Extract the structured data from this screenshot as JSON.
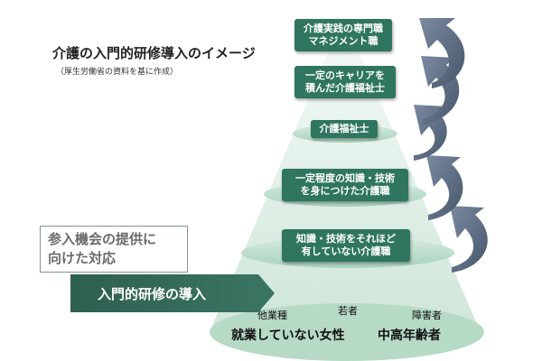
{
  "header": {
    "title": "介護の入門的研修導入のイメージ",
    "source_note": "（厚生労働省の資料を基に作成）"
  },
  "levels": [
    {
      "lines": [
        "介護実践の専門職",
        "マネジメント職"
      ]
    },
    {
      "lines": [
        "一定のキャリアを",
        "積んだ介護福祉士"
      ]
    },
    {
      "lines": [
        "介護福祉士"
      ]
    },
    {
      "lines": [
        "一定程度の知識・技術",
        "を身につけた介護職"
      ]
    },
    {
      "lines": [
        "知識・技術をそれほど",
        "有していない介護職"
      ]
    }
  ],
  "callout": {
    "lines": [
      "参入機会の提供に",
      "向けた対応"
    ]
  },
  "banner": {
    "label": "入門的研修の導入"
  },
  "target_groups": {
    "other_industries": "他業種",
    "youth": "若者",
    "disabled": "障害者",
    "non_working_women": "就業していない女性",
    "middle_aged_elderly": "中高年齢者"
  },
  "colors": {
    "box": "#2f7560",
    "pyramid_light": "#eef7f1",
    "pyramid_mid": "#cfe6da",
    "ellipse": "#b9dcc9",
    "arrow": "#5f6f82",
    "banner": "#2e5f50"
  }
}
